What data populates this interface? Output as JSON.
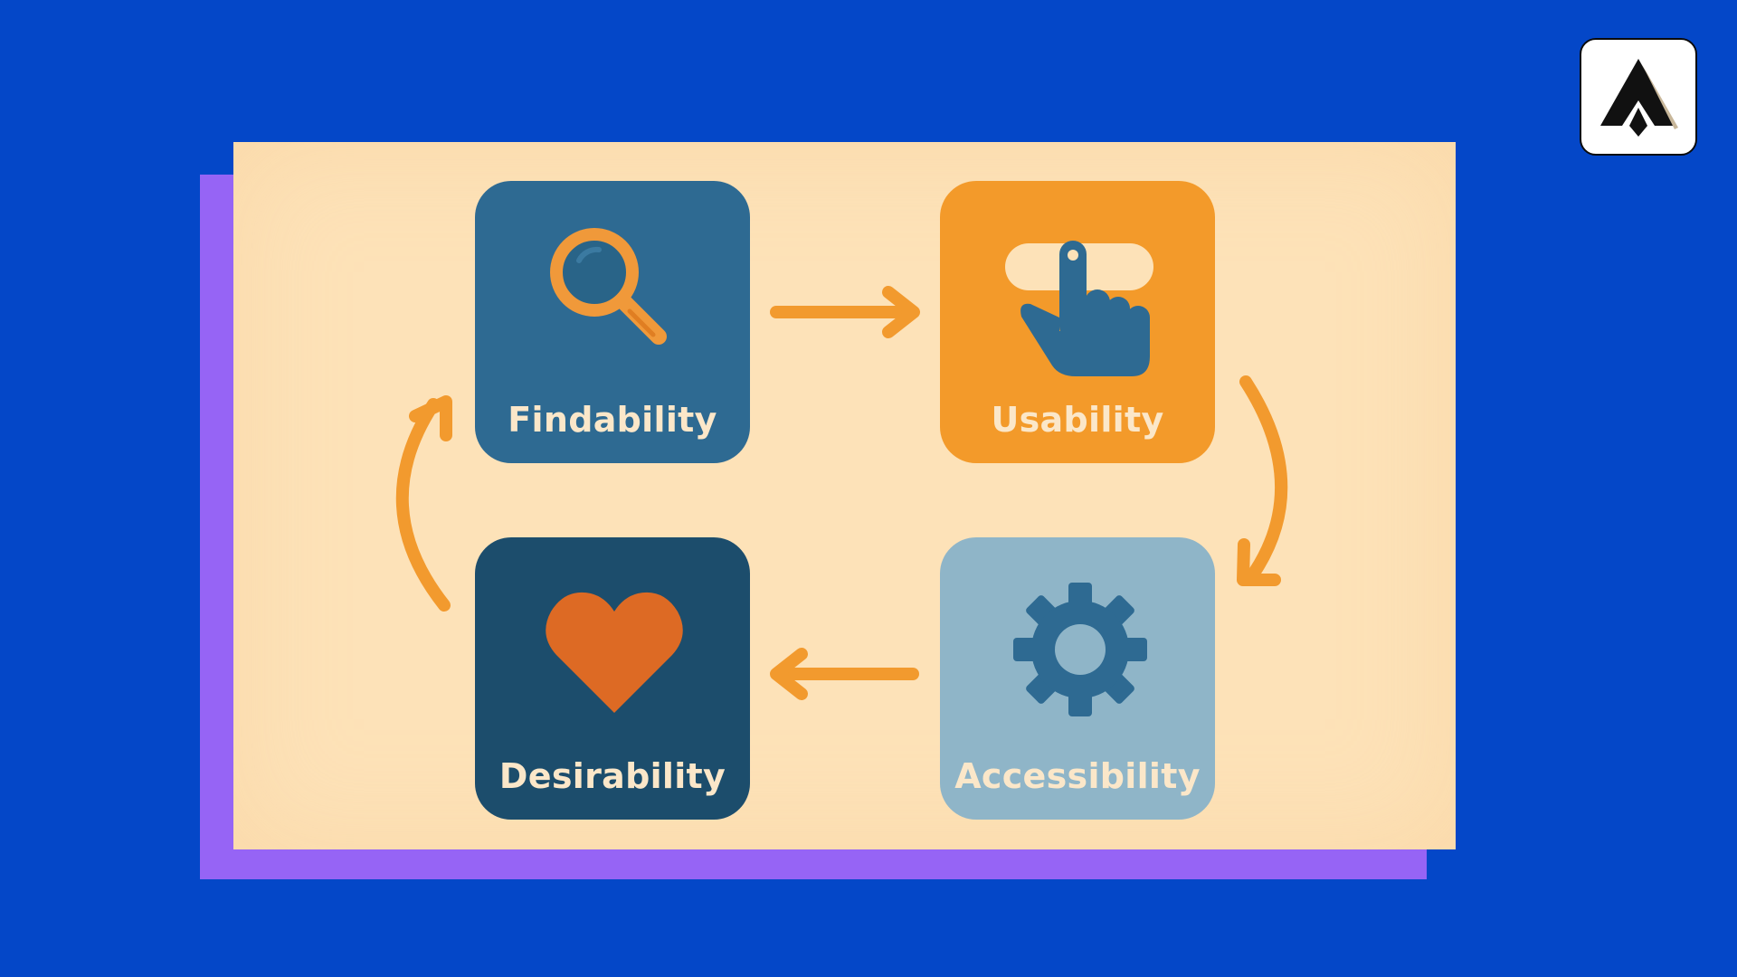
{
  "colors": {
    "background": "#0447c8",
    "shadow_panel": "#9664f5",
    "card": "#fde2b8",
    "arrow": "#f29a2e",
    "findability_tile": "#2e6a92",
    "usability_tile": "#f39a2a",
    "accessibility_tile": "#8fb5c8",
    "desirability_tile": "#1c4d6c",
    "label_text": "#fbe7c9"
  },
  "diagram": {
    "steps": [
      {
        "label": "Findability",
        "icon": "magnifying-glass-icon"
      },
      {
        "label": "Usability",
        "icon": "pointing-hand-button-icon"
      },
      {
        "label": "Accessibility",
        "icon": "gear-icon"
      },
      {
        "label": "Desirability",
        "icon": "heart-icon"
      }
    ],
    "flow": "clockwise cycle"
  },
  "logo": {
    "icon": "brand-logo-icon"
  }
}
